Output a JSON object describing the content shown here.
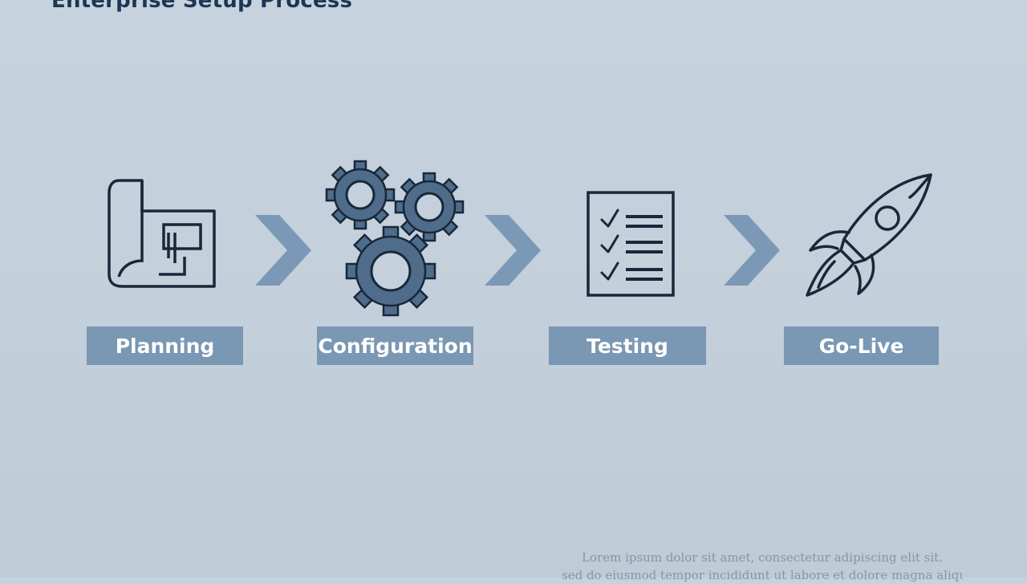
{
  "title": "Enterprise Setup Process",
  "steps": [
    {
      "label": "Planning",
      "icon": "blueprint-icon"
    },
    {
      "label": "Configuration",
      "icon": "gears-icon"
    },
    {
      "label": "Testing",
      "icon": "checklist-icon"
    },
    {
      "label": "Go-Live",
      "icon": "rocket-icon"
    }
  ],
  "connector_icon": "chevron-right-icon",
  "footer": {
    "line1": "Lorem ipsum dolor sit amet, consectetur adipiscing elit sit.",
    "line2": "sed do eiusmod tempor incididunt ut labore et dolore magna aliqua"
  },
  "colors": {
    "background": "#c4d0db",
    "title": "#1c3654",
    "label_fill": "#7a97b4",
    "chevron": "#7b99b6",
    "gear_fill": "#4f6c8a",
    "outline": "#17283a"
  }
}
